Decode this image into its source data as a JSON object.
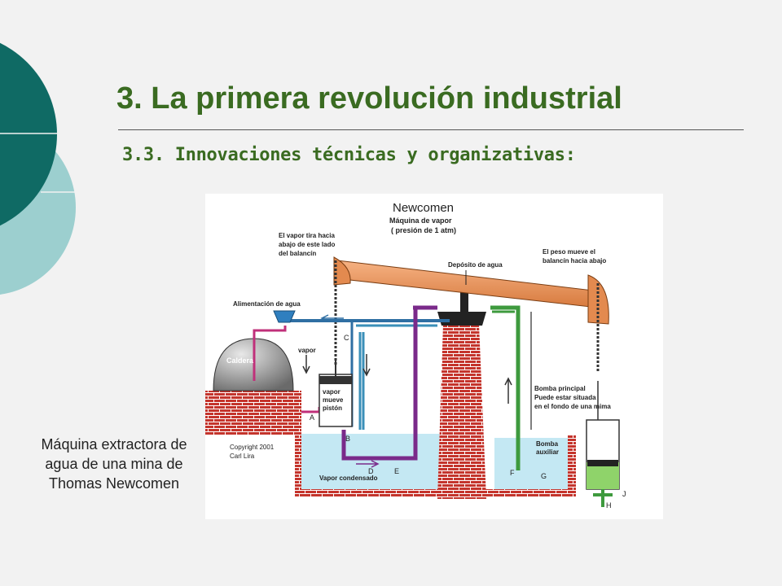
{
  "slide": {
    "title": "3. La primera revolución industrial",
    "subtitle": "3.3. Innovaciones técnicas y organizativas:",
    "caption": "Máquina extractora de agua de una mina de Thomas Newcomen"
  },
  "diagram": {
    "heading": "Newcomen",
    "subheading_1": "Máquina de vapor",
    "subheading_2": "( presión de 1 atm)",
    "note_left_1": "El vapor tira hacia",
    "note_left_2": "abajo de este lado",
    "note_left_3": "del balancín",
    "note_right_1": "El peso mueve el",
    "note_right_2": "balancín hacia abajo",
    "deposito": "Depósito de agua",
    "alimentacion": "Alimentación de agua",
    "caldera": "Caldera",
    "vapor": "vapor",
    "piston_1": "vapor",
    "piston_2": "mueve",
    "piston_3": "pistón",
    "bomba_principal_1": "Bomba principal",
    "bomba_principal_2": "Puede estar situada",
    "bomba_principal_3": "en el fondo de una mima",
    "bomba_aux_1": "Bomba",
    "bomba_aux_2": "auxiliar",
    "copyright_1": "Copyright 2001",
    "copyright_2": "Carl Lira",
    "vapor_condensado": "Vapor condensado",
    "letters": {
      "a": "A",
      "b": "B",
      "c": "C",
      "d": "D",
      "e": "E",
      "f": "F",
      "g": "G",
      "h": "H",
      "j": "J"
    }
  },
  "colors": {
    "title_green": "#3a6b21",
    "teal_dark": "#0f6a64",
    "teal_light": "#9ccfcf",
    "beam": "#f19a5e",
    "brick": "#c4342c",
    "water": "#c4e8f3",
    "pipe_blue": "#2f6fa3",
    "pipe_purple": "#7a2a8a",
    "pipe_green": "#3e9a3e",
    "pump_green": "#8fd36a"
  }
}
